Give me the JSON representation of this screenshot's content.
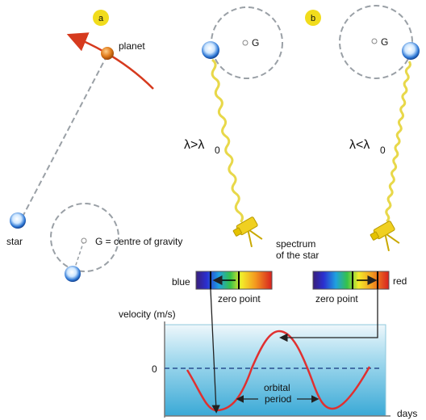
{
  "badges": {
    "a": "a",
    "b": "b"
  },
  "labels": {
    "planet": "planet",
    "star": "star",
    "g_left": "G",
    "g_right": "G",
    "centre_of_gravity": "G = centre of gravity",
    "spectrum_line1": "spectrum",
    "spectrum_line2": "of the star",
    "lambda_gt": "λ>λ",
    "lambda_lt": "λ<λ",
    "subscript_zero": "0",
    "blue": "blue",
    "red": "red",
    "zero_point_left": "zero point",
    "zero_point_right": "zero point",
    "velocity_axis": "velocity (m/s)",
    "zero_tick": "0",
    "orbital_line1": "orbital",
    "orbital_line2": "period",
    "days_axis": "days"
  },
  "colors": {
    "badge": "#f1dc1c",
    "planet": "#e07b1a",
    "orbit_arc": "#d63a1e",
    "star_core": "#ffffff",
    "star_ring": "#1f5fc8",
    "wave": "#e8d84a",
    "telescope": "#f0d020",
    "panel_top": "#e8f4f8",
    "panel_bottom": "#4fb6dc",
    "curve": "#e03030"
  },
  "icons": {
    "telescope_left": "telescope-icon",
    "telescope_right": "telescope-icon"
  }
}
